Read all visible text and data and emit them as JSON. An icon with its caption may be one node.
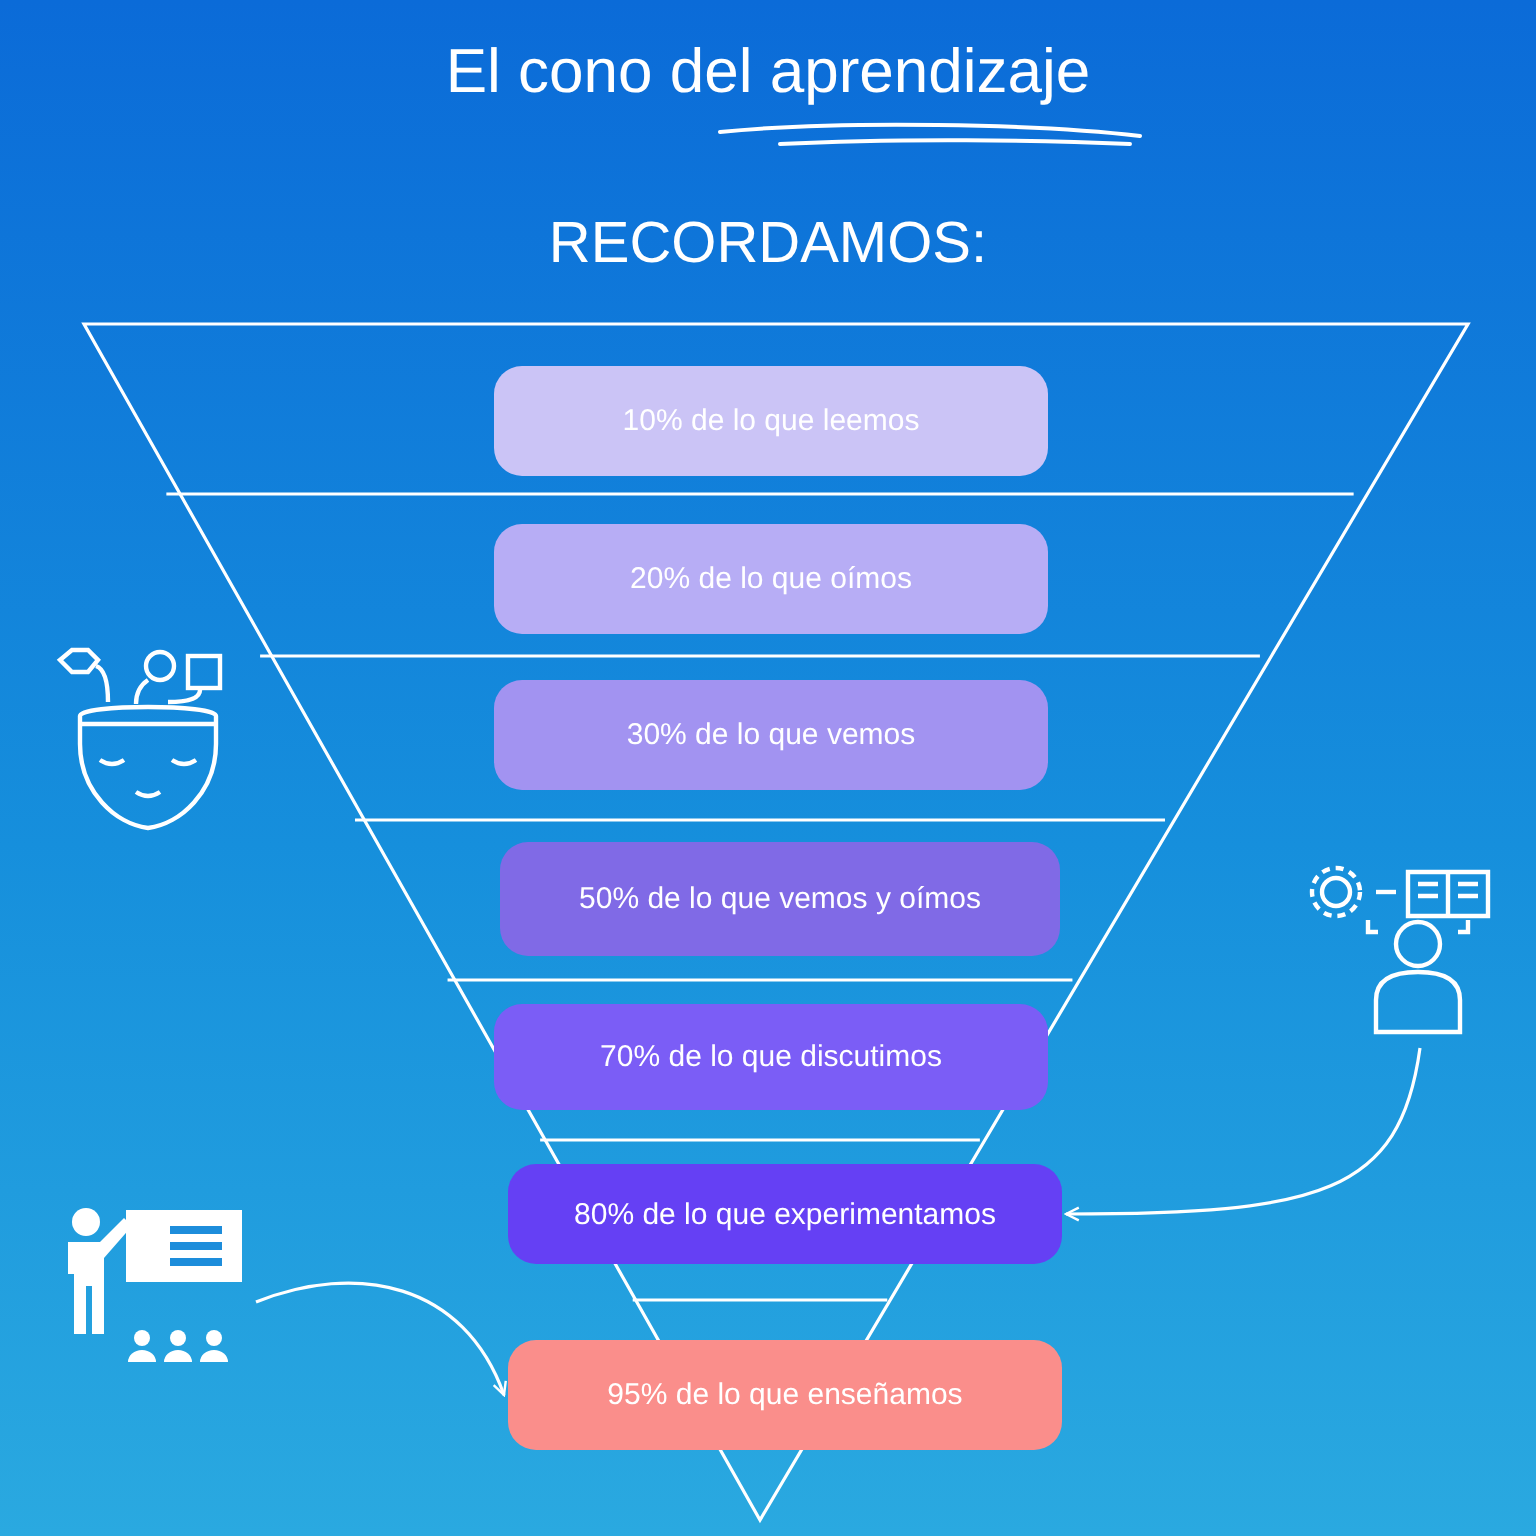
{
  "diagram": {
    "title": "El cono del aprendizaje",
    "nodes": [
      {
        "text": [
          "10% de lo que leemos"
        ]
      },
      {
        "text": [
          "20% de lo que oímos"
        ]
      },
      {
        "text": [
          "30% de lo que vemos"
        ]
      },
      {
        "text": [
          "50% de lo que vemos y oímos"
        ]
      },
      {
        "text": [
          "70% de lo que discutimos"
        ]
      },
      {
        "text": [
          "80% de lo que experimentamos"
        ]
      },
      {
        "text": [
          "95% de lo que enseñamos"
        ]
      },
      {
        "text": [],
        "shape": "picture"
      },
      {
        "text": [],
        "shape": "picture"
      }
    ],
    "edges": [
      {
        "from": 7,
        "to": 5,
        "arrow": "to"
      },
      {
        "from": 8,
        "to": 6,
        "arrow": "to"
      }
    ],
    "labels": [
      "RECORDAMOS:"
    ]
  }
}
